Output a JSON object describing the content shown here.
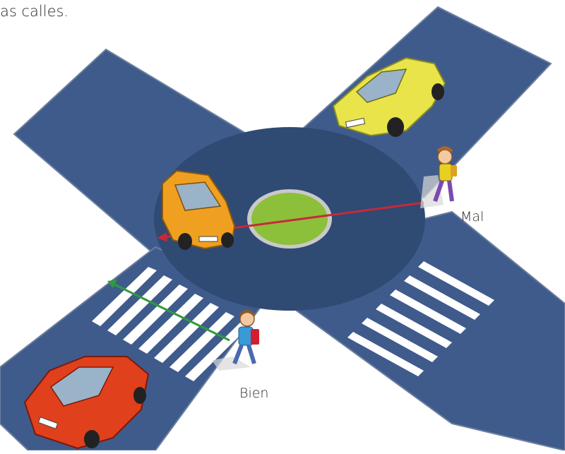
{
  "caption": "as calles.",
  "labels": {
    "wrong": "Mal",
    "right": "Bien"
  },
  "colors": {
    "road": "#3f5b8c",
    "roundabout": "#2f4a73",
    "island": "#8cbf3a",
    "crosswalk": "#ffffff",
    "wrong_path": "#c8283a",
    "right_path": "#2f9a3c",
    "car_yellow": "#e8e44a",
    "car_orange": "#f0a020",
    "car_red": "#e0401c"
  },
  "icons": [
    "car-yellow-icon",
    "car-orange-icon",
    "car-red-icon",
    "child-pedestrian-icon",
    "child-pedestrian-icon"
  ]
}
